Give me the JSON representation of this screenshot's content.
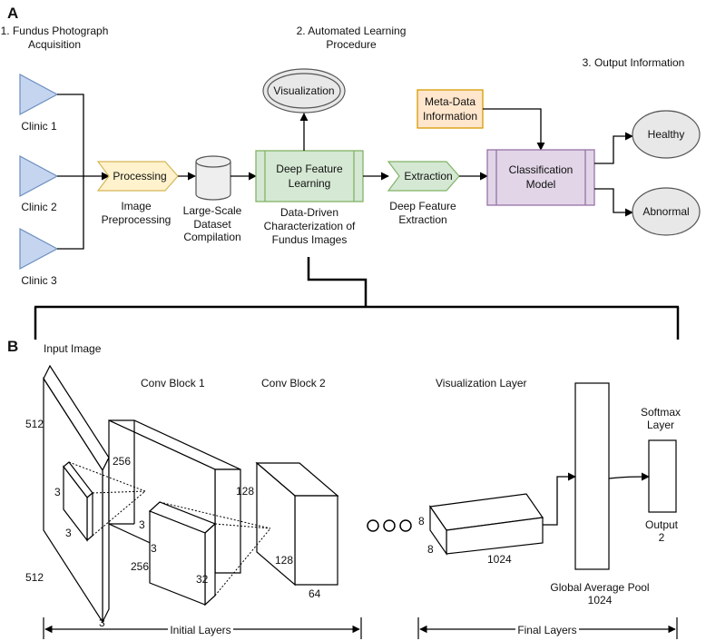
{
  "panels": {
    "a": "A",
    "b": "B"
  },
  "headings": {
    "stage1_line1": "1. Fundus Photograph",
    "stage1_line2": "Acquisition",
    "stage2_line1": "2. Automated Learning",
    "stage2_line2": "Procedure",
    "stage3": "3. Output Information"
  },
  "clinics": [
    "Clinic 1",
    "Clinic 2",
    "Clinic 3"
  ],
  "steps": {
    "processing": "Processing",
    "image_preprocessing_line1": "Image",
    "image_preprocessing_line2": "Preprocessing",
    "dataset_line1": "Large-Scale",
    "dataset_line2": "Dataset",
    "dataset_line3": "Compilation",
    "deep_feature_line1": "Deep Feature",
    "deep_feature_line2": "Learning",
    "data_driven_line1": "Data-Driven",
    "data_driven_line2": "Characterization of",
    "data_driven_line3": "Fundus Images",
    "visualization": "Visualization",
    "extraction": "Extraction",
    "deep_extraction_line1": "Deep Feature",
    "deep_extraction_line2": "Extraction",
    "metadata_line1": "Meta-Data",
    "metadata_line2": "Information",
    "classification_line1": "Classification",
    "classification_line2": "Model",
    "healthy": "Healthy",
    "abnormal": "Abnormal"
  },
  "network": {
    "input_image": "Input Image",
    "conv_block_1": "Conv Block 1",
    "conv_block_2": "Conv Block 2",
    "visualization_layer": "Visualization Layer",
    "softmax_line1": "Softmax",
    "softmax_line2": "Layer",
    "output_line1": "Output",
    "output_line2": "2",
    "gap_line1": "Global Average Pool",
    "gap_line2": "1024",
    "dims": {
      "input_h": "512",
      "input_w": "512",
      "input_d": "3",
      "input_kernel_h": "3",
      "input_kernel_w": "3",
      "conv1_h": "256",
      "conv1_w": "256",
      "conv1_d": "32",
      "conv1_kernel_h": "3",
      "conv1_kernel_w": "3",
      "conv2_h": "128",
      "conv2_w": "128",
      "conv2_d": "64",
      "vis_h": "8",
      "vis_w": "8",
      "vis_d": "1024"
    },
    "initial_layers": "Initial Layers",
    "final_layers": "Final Layers"
  },
  "colors": {
    "triangle_fill": "#c5d5f0",
    "triangle_stroke": "#6c8ebf",
    "processing_fill": "#fff2cc",
    "processing_stroke": "#d6b656",
    "green_fill": "#d5e8d4",
    "green_stroke": "#82b366",
    "meta_fill": "#ffe6cc",
    "meta_stroke": "#d79b00",
    "purple_fill": "#e1d5e7",
    "purple_stroke": "#9673a6",
    "ellipse_fill": "#e8e8e8",
    "cylinder_fill": "#eeeeee"
  }
}
